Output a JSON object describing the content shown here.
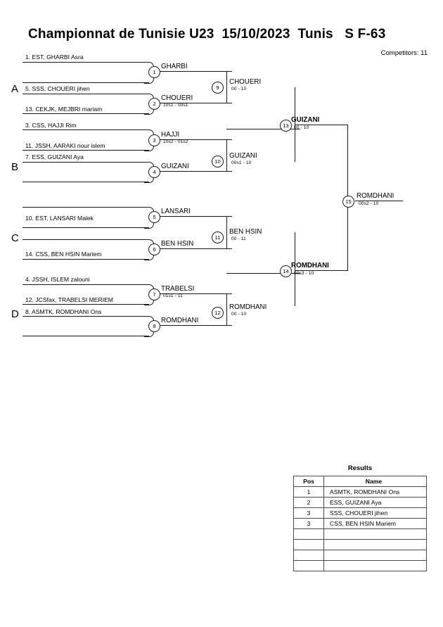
{
  "header": {
    "title": "Championnat de Tunisie U23  15/10/2023  Tunis   S F-63",
    "competitors": "Competitors: 11"
  },
  "groups": [
    {
      "letter": "A"
    },
    {
      "letter": "B"
    },
    {
      "letter": "C"
    },
    {
      "letter": "D"
    }
  ],
  "entries": [
    {
      "label": "1. EST, GHARBI Asra"
    },
    {
      "label": ""
    },
    {
      "label": "5. SSS, CHOUERI jihen"
    },
    {
      "label": "13. CEKJK, MEJBRI mariam"
    },
    {
      "label": "3. CSS, HAJJI Rim"
    },
    {
      "label": "11. JSSH, AARAKI nour islem"
    },
    {
      "label": "7. ESS, GUIZANI Aya"
    },
    {
      "label": ""
    },
    {
      "label": ""
    },
    {
      "label": "10. EST, LANSARI Malek"
    },
    {
      "label": ""
    },
    {
      "label": "14. CSS, BEN HSIN Mariem"
    },
    {
      "label": "4. JSSH, ISLEM zalouni"
    },
    {
      "label": "12. JCSfax, TRABELSI MERIEM"
    },
    {
      "label": "8. ASMTK, ROMDHANI Ons"
    },
    {
      "label": ""
    }
  ],
  "matches": [
    {
      "number": "1",
      "winner": "GHARBI",
      "score": "",
      "bold": false
    },
    {
      "number": "2",
      "winner": "CHOUERI",
      "score": "10s1 - 00s1",
      "bold": false
    },
    {
      "number": "3",
      "winner": "HAJJI",
      "score": "10s2 - 01s2",
      "bold": false
    },
    {
      "number": "4",
      "winner": "GUIZANI",
      "score": "",
      "bold": false
    },
    {
      "number": "5",
      "winner": "LANSARI",
      "score": "",
      "bold": false
    },
    {
      "number": "6",
      "winner": "BEN HSIN",
      "score": "",
      "bold": false
    },
    {
      "number": "7",
      "winner": "TRABELSI",
      "score": "01s1 - 11",
      "bold": false
    },
    {
      "number": "8",
      "winner": "ROMDHANI",
      "score": "",
      "bold": false
    },
    {
      "number": "9",
      "winner": "CHOUERI",
      "score": "00 - 10",
      "bold": false
    },
    {
      "number": "10",
      "winner": "GUIZANI",
      "score": "00s1 - 10",
      "bold": false
    },
    {
      "number": "11",
      "winner": "BEN HSIN",
      "score": "00 - 11",
      "bold": false
    },
    {
      "number": "12",
      "winner": "ROMDHANI",
      "score": "00 - 10",
      "bold": false
    },
    {
      "number": "13",
      "winner": "GUIZANI",
      "score": "00 - 10",
      "bold": true
    },
    {
      "number": "14",
      "winner": "ROMDHANI",
      "score": "00s3 - 10",
      "bold": true
    },
    {
      "number": "15",
      "winner": "ROMDHANI",
      "score": "00s2 - 10",
      "bold": false
    }
  ],
  "results": {
    "title": "Results",
    "columns": [
      "Pos",
      "Name"
    ],
    "rows": [
      {
        "pos": "1",
        "name": "ASMTK, ROMDHANI Ons"
      },
      {
        "pos": "2",
        "name": "ESS, GUIZANI Aya"
      },
      {
        "pos": "3",
        "name": "SSS, CHOUERI jihen"
      },
      {
        "pos": "3",
        "name": "CSS, BEN HSIN Mariem"
      },
      {
        "pos": "",
        "name": ""
      },
      {
        "pos": "",
        "name": ""
      },
      {
        "pos": "",
        "name": ""
      },
      {
        "pos": "",
        "name": ""
      }
    ]
  }
}
